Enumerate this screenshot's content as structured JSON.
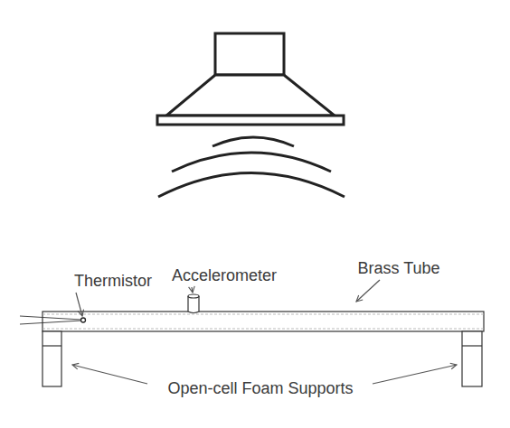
{
  "diagram": {
    "labels": [
      "Thermistor",
      "Accelerometer",
      "Brass Tube",
      "Open-cell Foam Supports"
    ]
  }
}
